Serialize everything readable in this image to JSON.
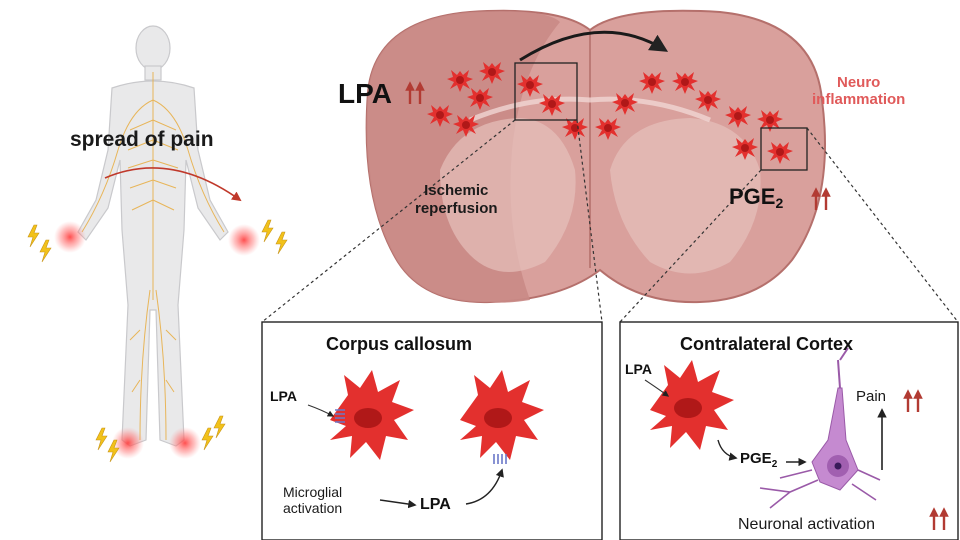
{
  "labels": {
    "spread_of_pain": "spread of pain",
    "lpa_main": "LPA",
    "neuro_line1": "Neuro",
    "neuro_line2": "inflammation",
    "ischemic_line1": "Ischemic",
    "ischemic_line2": "reperfusion",
    "pge_main": "PGE",
    "pge_sub": "2"
  },
  "panels": {
    "corpus": {
      "title": "Corpus callosum",
      "lpa_receptor_label": "LPA",
      "activation_line1": "Microglial",
      "activation_line2": "activation",
      "lpa_release_label": "LPA"
    },
    "cortex": {
      "title": "Contralateral Cortex",
      "lpa_receptor_label": "LPA",
      "pge_label": "PGE",
      "pge_sub": "2",
      "pain_label": "Pain",
      "neuronal_label": "Neuronal activation"
    }
  },
  "colors": {
    "brain": "#c98a86",
    "brain_dark": "#b5706c",
    "microglia": "#e3302e",
    "nerve": "#e8b04a",
    "pain_glow": "#ff6a6a",
    "lightning": "#f2c21a",
    "up_arrow": "#b23b33",
    "neuro_text": "#e05a5a",
    "neuron": "#c58ad0"
  },
  "icons": [
    "human-body-icon",
    "lightning-icon",
    "brain-icon",
    "microglia-icon",
    "neuron-icon",
    "receptor-icon",
    "up-arrow-icon"
  ]
}
